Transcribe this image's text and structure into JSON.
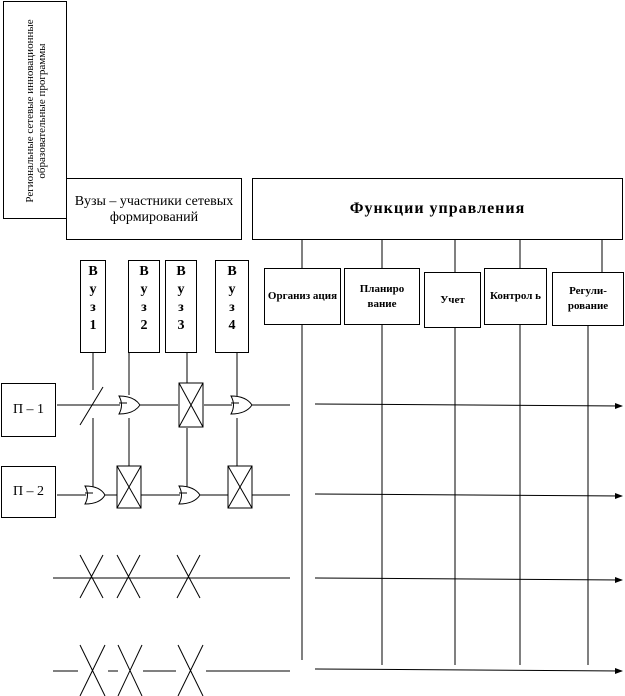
{
  "diagram": {
    "programs_label": "Региональные сетевые инновационные образовательные программы",
    "universities_label": "Вузы – участники сетевых формирований",
    "functions_title": "Функции управления",
    "functions": [
      "Организ ация",
      "Планиро вание",
      "Учет",
      "Контрол ь",
      "Регули-рование"
    ],
    "universities": [
      "В\nу\nз\n1",
      "В\nу\nз\n2",
      "В\nу\nз\n3",
      "В\nу\nз\n4"
    ],
    "programs": [
      "П – 1",
      "П – 2"
    ]
  }
}
